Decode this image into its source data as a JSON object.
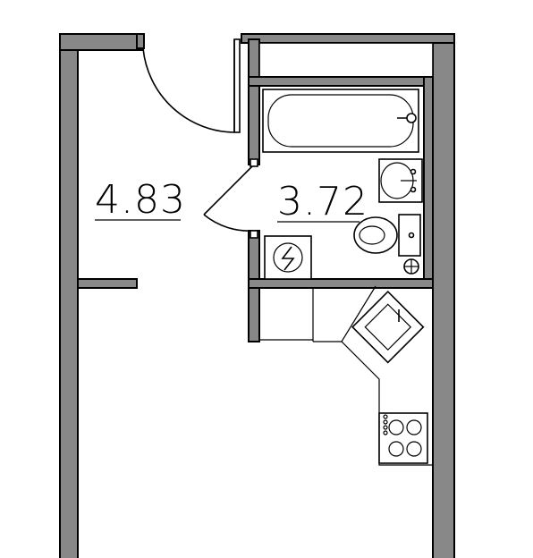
{
  "rooms": [
    {
      "id": "hall",
      "area": "4.83"
    },
    {
      "id": "bathroom",
      "area": "3.72"
    }
  ],
  "colors": {
    "wall": "#888888",
    "line": "#000000",
    "background": "#ffffff"
  },
  "icons": [
    "bathtub-icon",
    "washbasin-icon",
    "toilet-icon",
    "water-heater-icon",
    "kitchen-sink-icon",
    "stove-icon",
    "drain-icon"
  ]
}
